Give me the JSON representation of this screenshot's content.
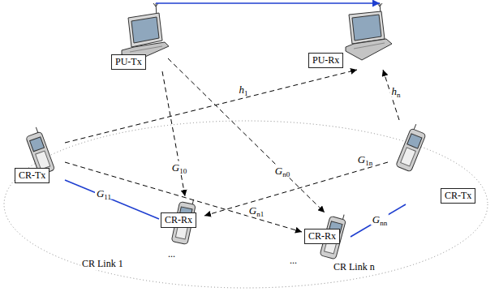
{
  "diagram": {
    "nodes": [
      {
        "text": [
          "PU-Tx"
        ]
      },
      {
        "text": [
          "PU-Rx"
        ]
      },
      {
        "text": [
          "CR-Tx"
        ]
      },
      {
        "text": [
          "CR-Rx"
        ]
      },
      {
        "text": [
          "CR-Rx"
        ]
      },
      {
        "text": [
          "CR-Tx"
        ]
      }
    ],
    "edges": [
      {
        "from": 0,
        "to": 1,
        "arrow": "to"
      },
      {
        "from": 2,
        "to": 1,
        "label": "h1",
        "arrow": "to"
      },
      {
        "from": 5,
        "to": 1,
        "label": "hn",
        "arrow": "to"
      },
      {
        "from": 0,
        "to": 3,
        "label": "G10",
        "arrow": "to"
      },
      {
        "from": 0,
        "to": 4,
        "label": "Gn0",
        "arrow": "to"
      },
      {
        "from": 5,
        "to": 3,
        "label": "G1n",
        "arrow": "to"
      },
      {
        "from": 2,
        "to": 4,
        "label": "Gn1",
        "arrow": "to"
      },
      {
        "from": 2,
        "to": 3,
        "label": "G11",
        "arrow": "none"
      },
      {
        "from": 5,
        "to": 4,
        "label": "Gnn",
        "arrow": "none"
      }
    ],
    "labels": [
      "CR Link 1",
      "...",
      "...",
      "CR Link n"
    ]
  }
}
